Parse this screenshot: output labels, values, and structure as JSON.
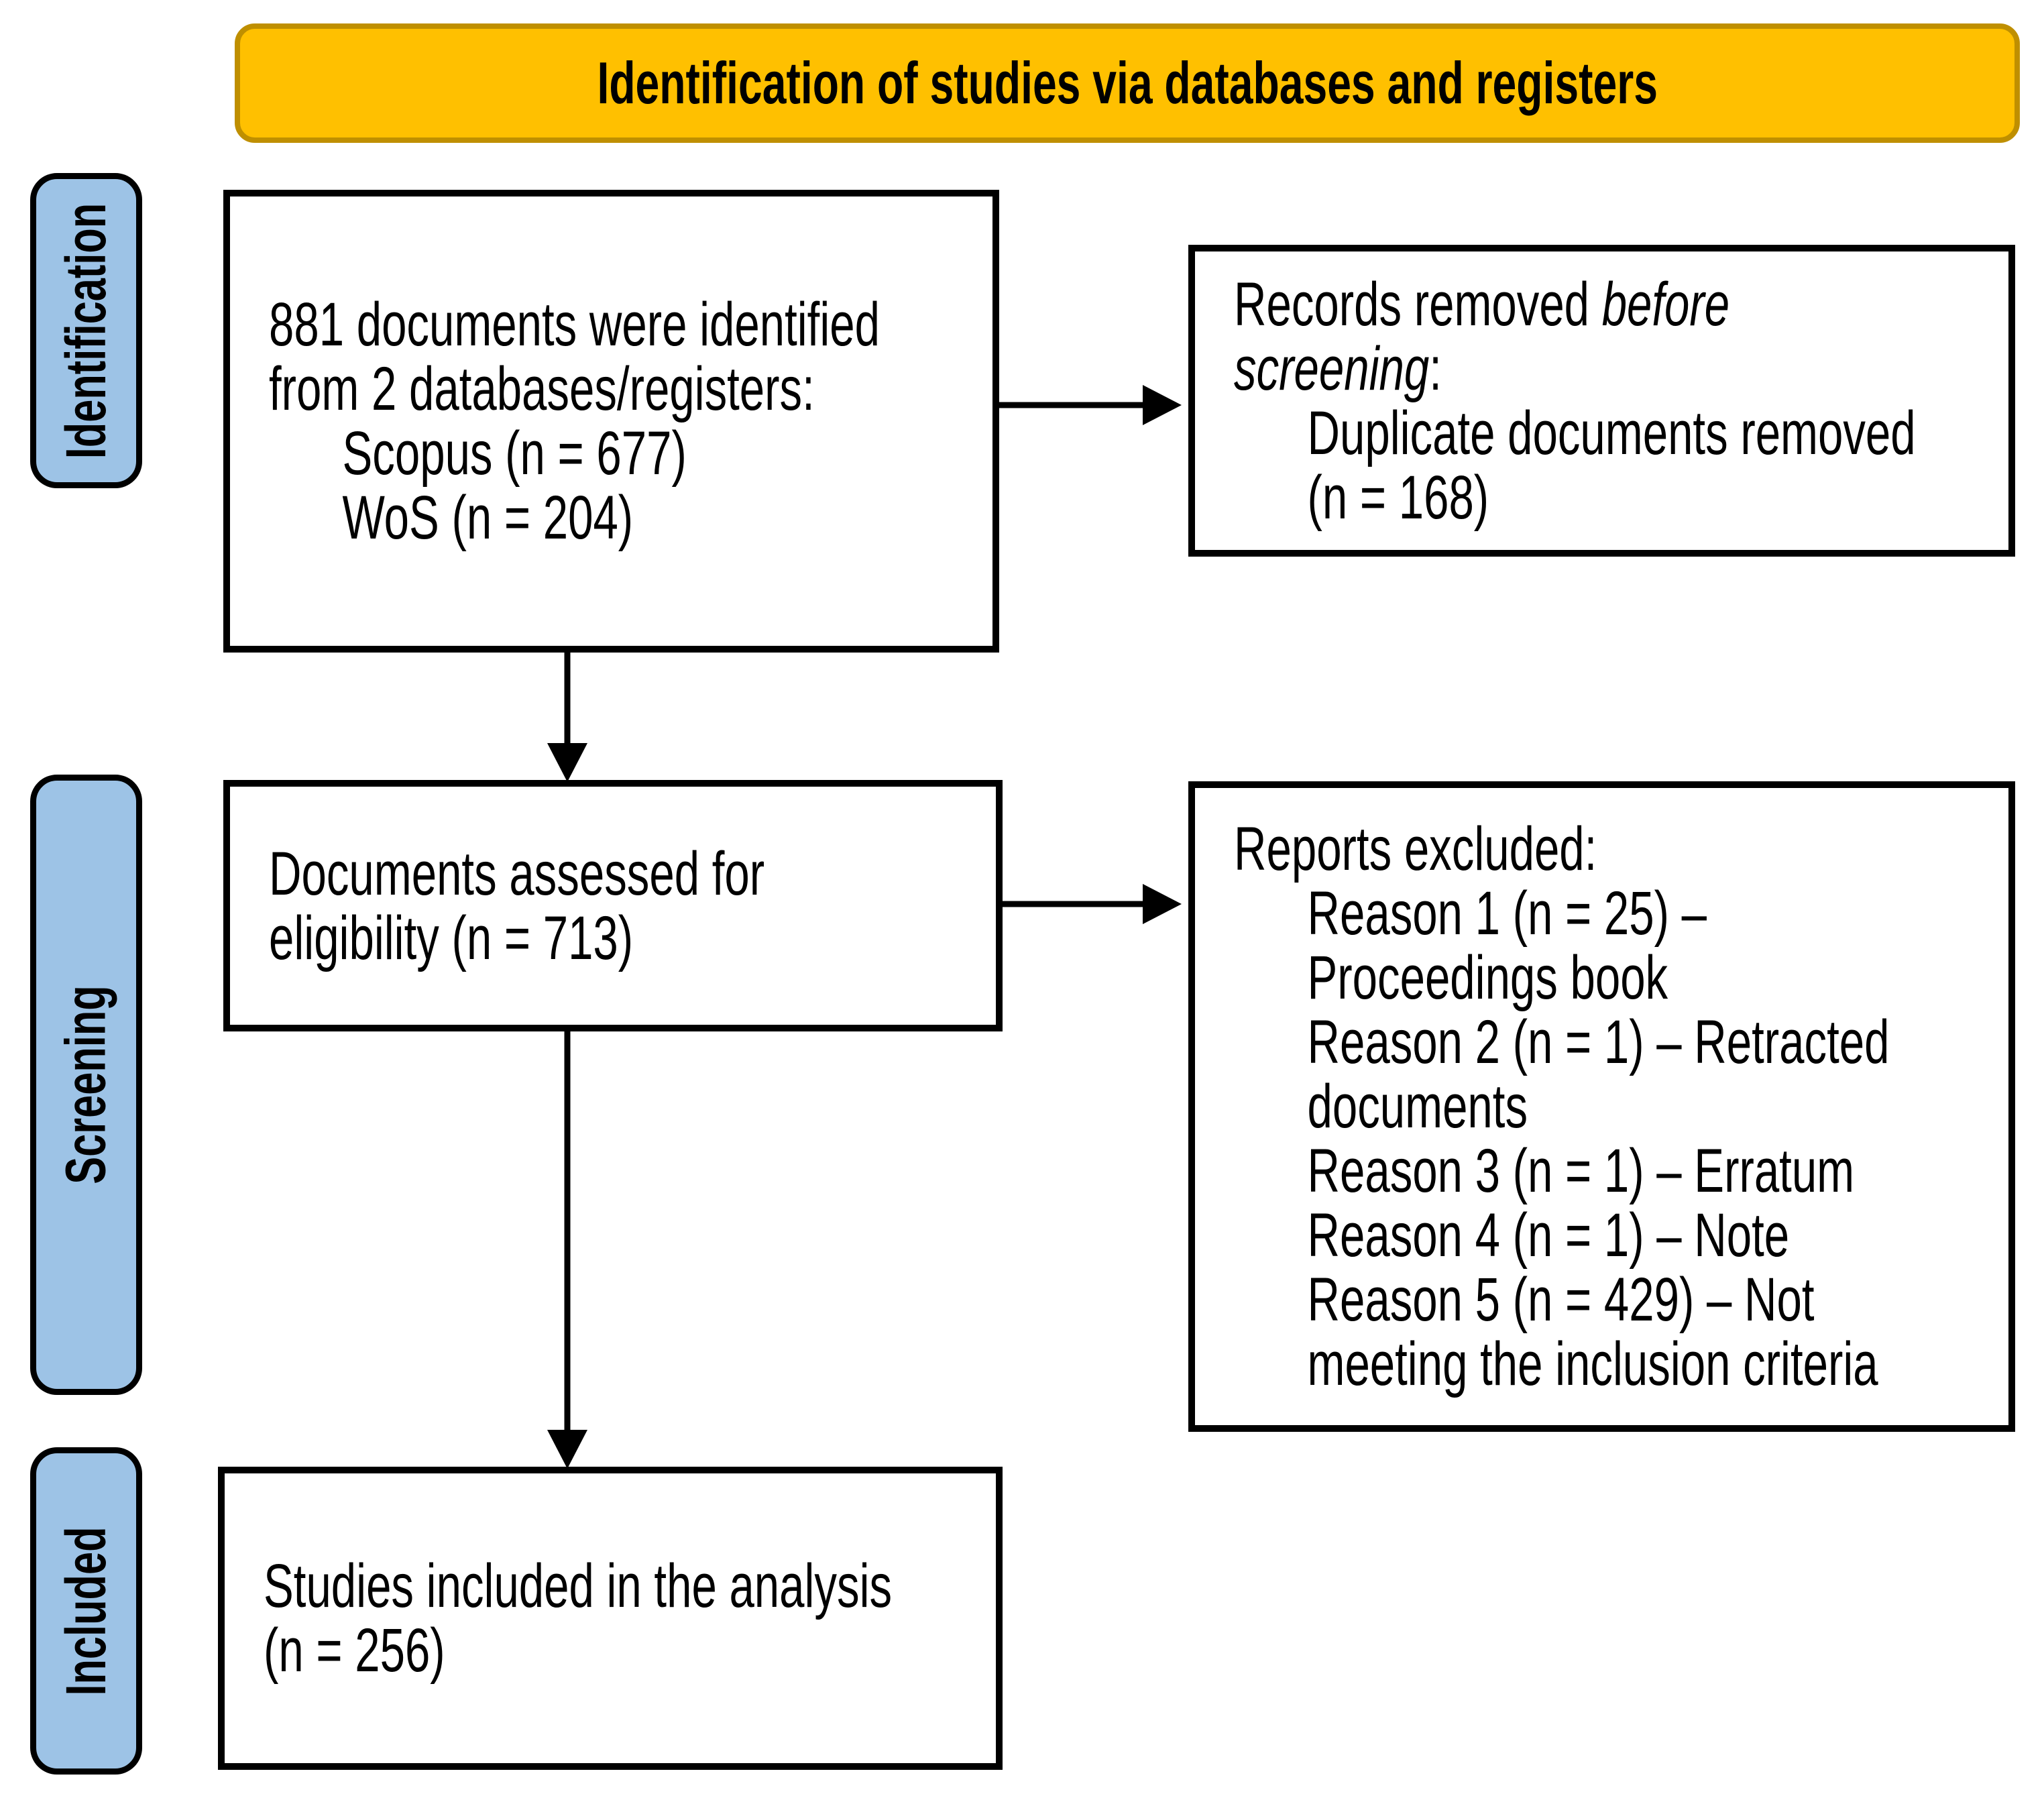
{
  "header": {
    "title": "Identification of studies via databases and registers"
  },
  "stages": [
    {
      "label": "Identification"
    },
    {
      "label": "Screening"
    },
    {
      "label": "Included"
    }
  ],
  "boxes": {
    "identified": {
      "line1": "881 documents were identified",
      "line2": "from 2 databases/registers:",
      "item1": "Scopus (n = 677)",
      "item2": "WoS (n = 204)"
    },
    "removed": {
      "lead": "Records removed ",
      "italic1": "before",
      "italic2": "screening",
      "colon": ":",
      "item1": "Duplicate documents removed",
      "item2": "(n = 168)"
    },
    "assessed": {
      "line1": "Documents assessed for",
      "line2": "eligibility (n = 713)"
    },
    "excluded": {
      "title": "Reports excluded:",
      "r1a": "Reason 1 (n = 25) –",
      "r1b": "Proceedings book",
      "r2a": "Reason 2 (n = 1) – Retracted",
      "r2b": "documents",
      "r3": "Reason 3 (n = 1) – Erratum",
      "r4": "Reason 4 (n = 1) – Note",
      "r5a": "Reason 5 (n = 429) – Not",
      "r5b": "meeting the inclusion criteria"
    },
    "included": {
      "line1": "Studies included in the analysis",
      "line2": "(n = 256)"
    }
  },
  "colors": {
    "banner_fill": "#FFC000",
    "banner_border": "#BF8F00",
    "stage_fill": "#9DC3E6",
    "box_border": "#000000",
    "arrow": "#000000"
  }
}
